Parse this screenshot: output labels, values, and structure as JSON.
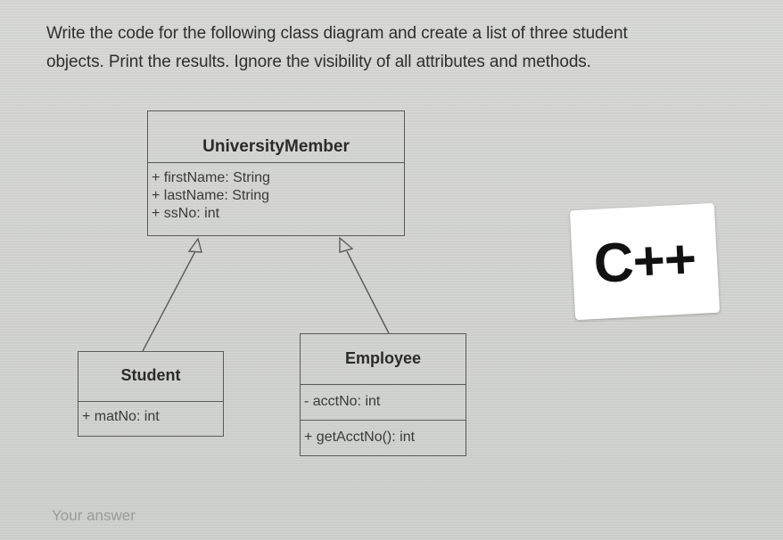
{
  "question": {
    "line1": "Write the code for the following class diagram and create a list of three student",
    "line2": "objects. Print the results. Ignore the visibility of all attributes and methods."
  },
  "diagram": {
    "university_member": {
      "name": "UniversityMember",
      "attributes": [
        "+ firstName: String",
        "+ lastName: String",
        "+ ssNo: int"
      ]
    },
    "student": {
      "name": "Student",
      "attributes": [
        "+ matNo: int"
      ]
    },
    "employee": {
      "name": "Employee",
      "attributes": [
        "- acctNo: int"
      ],
      "methods": [
        "+ getAcctNo(): int"
      ]
    },
    "relations": [
      {
        "from": "student",
        "to": "university_member",
        "type": "generalization"
      },
      {
        "from": "employee",
        "to": "university_member",
        "type": "generalization"
      }
    ],
    "line_color": "#5a5a5a"
  },
  "language_tag": "C++",
  "answer_placeholder": "Your answer"
}
